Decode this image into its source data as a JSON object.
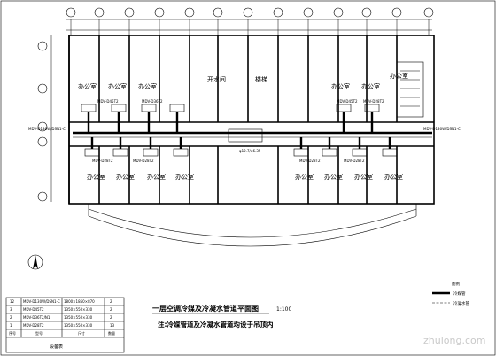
{
  "drawing": {
    "title": "一层空调冷媒及冷凝水管道平面图",
    "scale": "1:100",
    "note": "注:冷媒管道及冷凝水管道均设于吊顶内"
  },
  "rooms": {
    "office": "办公室",
    "water_room": "开水间",
    "stair": "楼梯",
    "corridor_side_label": "办公室"
  },
  "equipment": {
    "unit_label_a": "MDV-D45T2",
    "unit_label_b": "MDV-D36T2",
    "unit_label_c": "MDV-D28T2",
    "outdoor_left": "MDV-D130W/DSN1-C",
    "outdoor_right": "MDV-D130W/DSN1-C",
    "main_pipe_tag": "φ12.7/φ6.35"
  },
  "legend": {
    "header": "图例",
    "item_refrigerant": "冷媒管",
    "item_condensate": "冷凝水管"
  },
  "schedule": {
    "rows": [
      {
        "no": "12",
        "model": "MDV-D130W/DSN1-C",
        "spec": "1800×1850×870",
        "qty": "2"
      },
      {
        "no": "3",
        "model": "MDV-D45T2",
        "spec": "1350×550×330",
        "qty": "2"
      },
      {
        "no": "2",
        "model": "MDV-D36T2/N1",
        "spec": "1350×550×330",
        "qty": "2"
      },
      {
        "no": "1",
        "model": "MDV-D28T2",
        "spec": "1350×550×330",
        "qty": "13"
      }
    ],
    "header": {
      "no": "序号",
      "model": "型号",
      "spec": "尺寸",
      "qty": "数量"
    },
    "caption": "设备表"
  },
  "watermark": "zhulong.com"
}
